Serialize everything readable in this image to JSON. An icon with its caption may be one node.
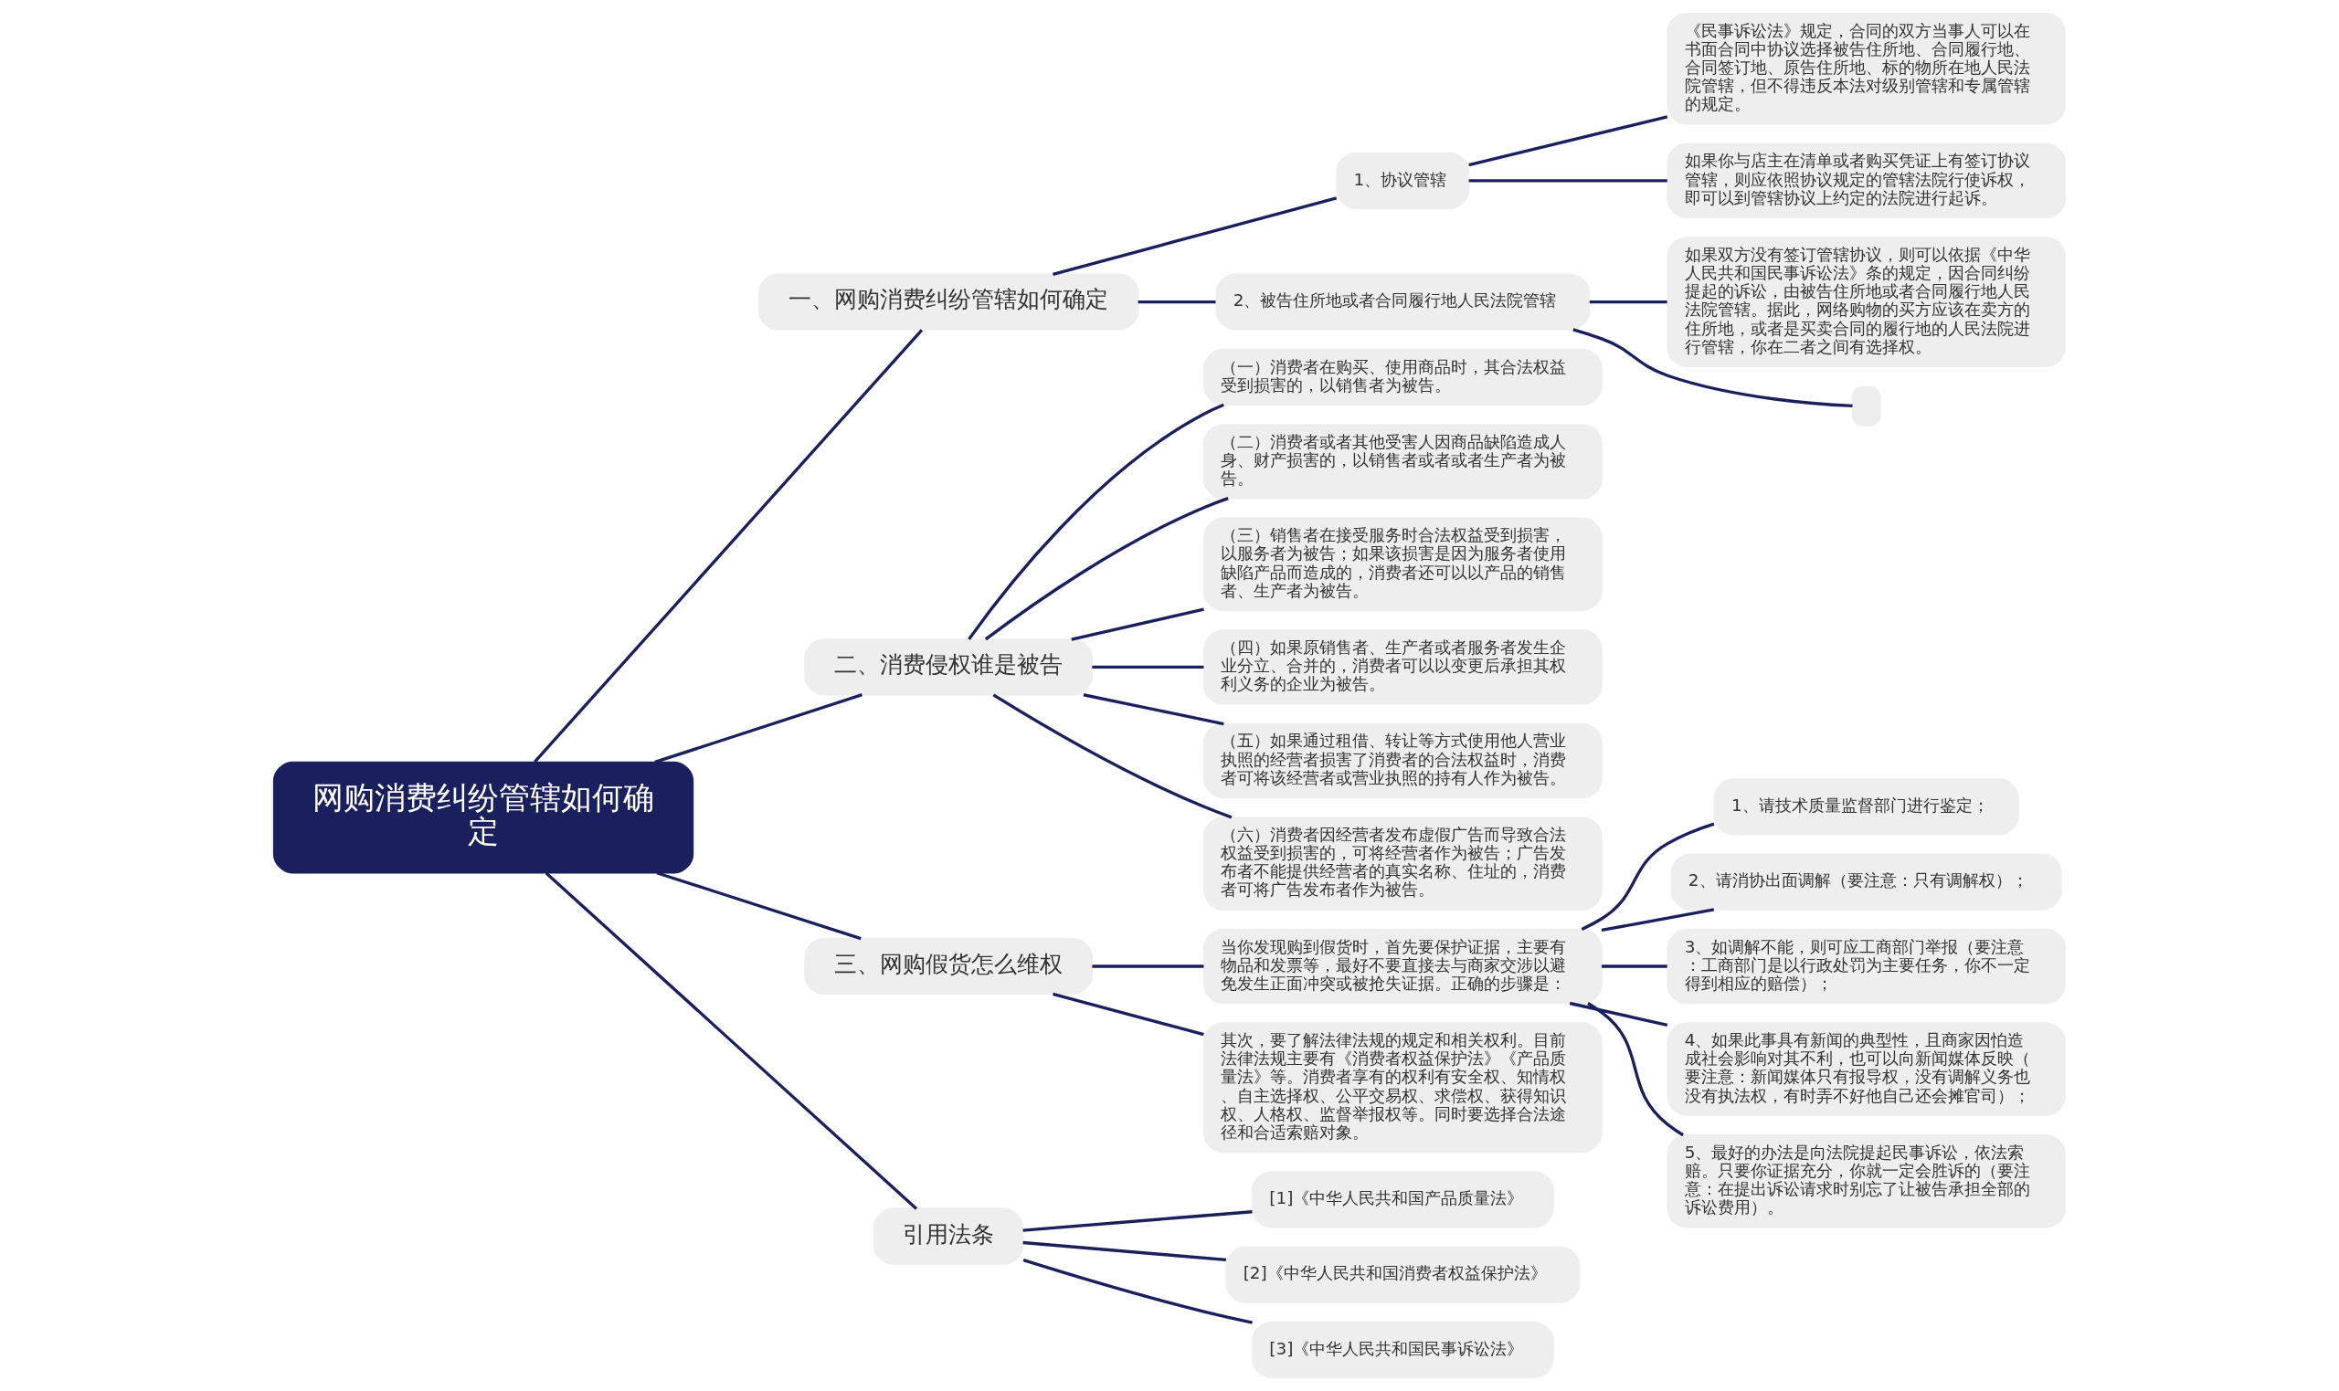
{
  "diagram": {
    "nodes": [
      {
        "text": [
          "网购消费纠纷管辖如何确定"
        ]
      },
      {
        "text": [
          "一、网购消费纠纷管辖如何确定"
        ]
      },
      {
        "text": [
          "1、协议管辖"
        ]
      },
      {
        "text": [
          "《民事诉讼法》规定，合同的双方当事人可以在书面合同中协议选择被告住所地、合同履行地、合同签订地、原告住所地、标的物所在地人民法院管辖，但不得违反本法对级别管辖和专属管辖的规定。"
        ]
      },
      {
        "text": [
          "如果你与店主在清单或者购买凭证上有签订协议管辖，则应依照协议规定的管辖法院行使诉权，即可以到管辖协议上约定的法院进行起诉。"
        ]
      },
      {
        "text": [
          "2、被告住所地或者合同履行地人民法院管辖"
        ]
      },
      {
        "text": [
          "如果双方没有签订管辖协议，则可以依据《中华人民共和国民事诉讼法》条的规定，因合同纠纷提起的诉讼，由被告住所地或者合同履行地人民法院管辖。据此，网络购物的买方应该在卖方的住所地，或者是买卖合同的履行地的人民法院进行管辖，你在二者之间有选择权。"
        ]
      },
      {
        "text": [],
        "shape": "box"
      },
      {
        "text": [
          "二、消费侵权谁是被告"
        ]
      },
      {
        "text": [
          "（一）消费者在购买、使用商品时，其合法权益受到损害的，以销售者为被告。"
        ]
      },
      {
        "text": [
          "（二）消费者或者其他受害人因商品缺陷造成人身、财产损害的，以销售者或者或者生产者为被告。"
        ]
      },
      {
        "text": [
          "（三）销售者在接受服务时合法权益受到损害，以服务者为被告；如果该损害是因为服务者使用缺陷产品而造成的，消费者还可以以产品的销售者、生产者为被告。"
        ]
      },
      {
        "text": [
          "（四）如果原销售者、生产者或者服务者发生企业分立、合并的，消费者可以以变更后承担其权利义务的企业为被告。"
        ]
      },
      {
        "text": [
          "（五）如果通过租借、转让等方式使用他人营业执照的经营者损害了消费者的合法权益时，消费者可将该经营者或营业执照的持有人作为被告。"
        ]
      },
      {
        "text": [
          "（六）消费者因经营者发布虚假广告而导致合法权益受到损害的，可将经营者作为被告；广告发布者不能提供经营者的真实名称、住址的，消费者可将广告发布者作为被告。"
        ]
      },
      {
        "text": [
          "三、网购假货怎么维权"
        ]
      },
      {
        "text": [
          "当你发现购到假货时，首先要保护证据，主要有物品和发票等，最好不要直接去与商家交涉以避免发生正面冲突或被抢失证据。正确的步骤是："
        ]
      },
      {
        "text": [
          "1、请技术质量监督部门进行鉴定；"
        ]
      },
      {
        "text": [
          "2、请消协出面调解（要注意：只有调解权）；"
        ]
      },
      {
        "text": [
          "3、如调解不能，则可应工商部门举报（要注意：工商部门是以行政处罚为主要任务，你不一定得到相应的赔偿）；"
        ]
      },
      {
        "text": [
          "4、如果此事具有新闻的典型性，且商家因怕造成社会影响对其不利，也可以向新闻媒体反映（要注意：新闻媒体只有报导权，没有调解义务也没有执法权，有时弄不好他自己还会摊官司）；"
        ]
      },
      {
        "text": [
          "5、最好的办法是向法院提起民事诉讼，依法索赔。只要你证据充分，你就一定会胜诉的（要注意：在提出诉讼请求时别忘了让被告承担全部的诉讼费用）。"
        ]
      },
      {
        "text": [
          "其次，要了解法律法规的规定和相关权利。目前法律法规主要有《消费者权益保护法》《产品质量法》等。消费者享有的权利有安全权、知情权、自主选择权、公平交易权、求偿权、获得知识权、人格权、监督举报权等。同时要选择合法途径和合适索赔对象。"
        ]
      },
      {
        "text": [
          "引用法条"
        ]
      },
      {
        "text": [
          "[1]《中华人民共和国产品质量法》"
        ]
      },
      {
        "text": [
          "[2]《中华人民共和国消费者权益保护法》"
        ]
      },
      {
        "text": [
          "[3]《中华人民共和国民事诉讼法》"
        ]
      }
    ],
    "edges": [
      {
        "from": 0,
        "to": 1,
        "arrow": "none"
      },
      {
        "from": 1,
        "to": 2,
        "arrow": "none"
      },
      {
        "from": 2,
        "to": 3,
        "arrow": "none"
      },
      {
        "from": 2,
        "to": 4,
        "arrow": "none"
      },
      {
        "from": 1,
        "to": 5,
        "arrow": "none"
      },
      {
        "from": 5,
        "to": 6,
        "arrow": "none"
      },
      {
        "from": 5,
        "to": 7,
        "arrow": "none"
      },
      {
        "from": 0,
        "to": 8,
        "arrow": "none"
      },
      {
        "from": 8,
        "to": 9,
        "arrow": "none"
      },
      {
        "from": 8,
        "to": 10,
        "arrow": "none"
      },
      {
        "from": 8,
        "to": 11,
        "arrow": "none"
      },
      {
        "from": 8,
        "to": 12,
        "arrow": "none"
      },
      {
        "from": 8,
        "to": 13,
        "arrow": "none"
      },
      {
        "from": 8,
        "to": 14,
        "arrow": "none"
      },
      {
        "from": 0,
        "to": 15,
        "arrow": "none"
      },
      {
        "from": 15,
        "to": 16,
        "arrow": "none"
      },
      {
        "from": 16,
        "to": 17,
        "arrow": "none"
      },
      {
        "from": 16,
        "to": 18,
        "arrow": "none"
      },
      {
        "from": 16,
        "to": 19,
        "arrow": "none"
      },
      {
        "from": 16,
        "to": 20,
        "arrow": "none"
      },
      {
        "from": 16,
        "to": 21,
        "arrow": "none"
      },
      {
        "from": 15,
        "to": 22,
        "arrow": "none"
      },
      {
        "from": 0,
        "to": 23,
        "arrow": "none"
      },
      {
        "from": 23,
        "to": 24,
        "arrow": "none"
      },
      {
        "from": 23,
        "to": 25,
        "arrow": "none"
      },
      {
        "from": 23,
        "to": 26,
        "arrow": "none"
      }
    ]
  }
}
